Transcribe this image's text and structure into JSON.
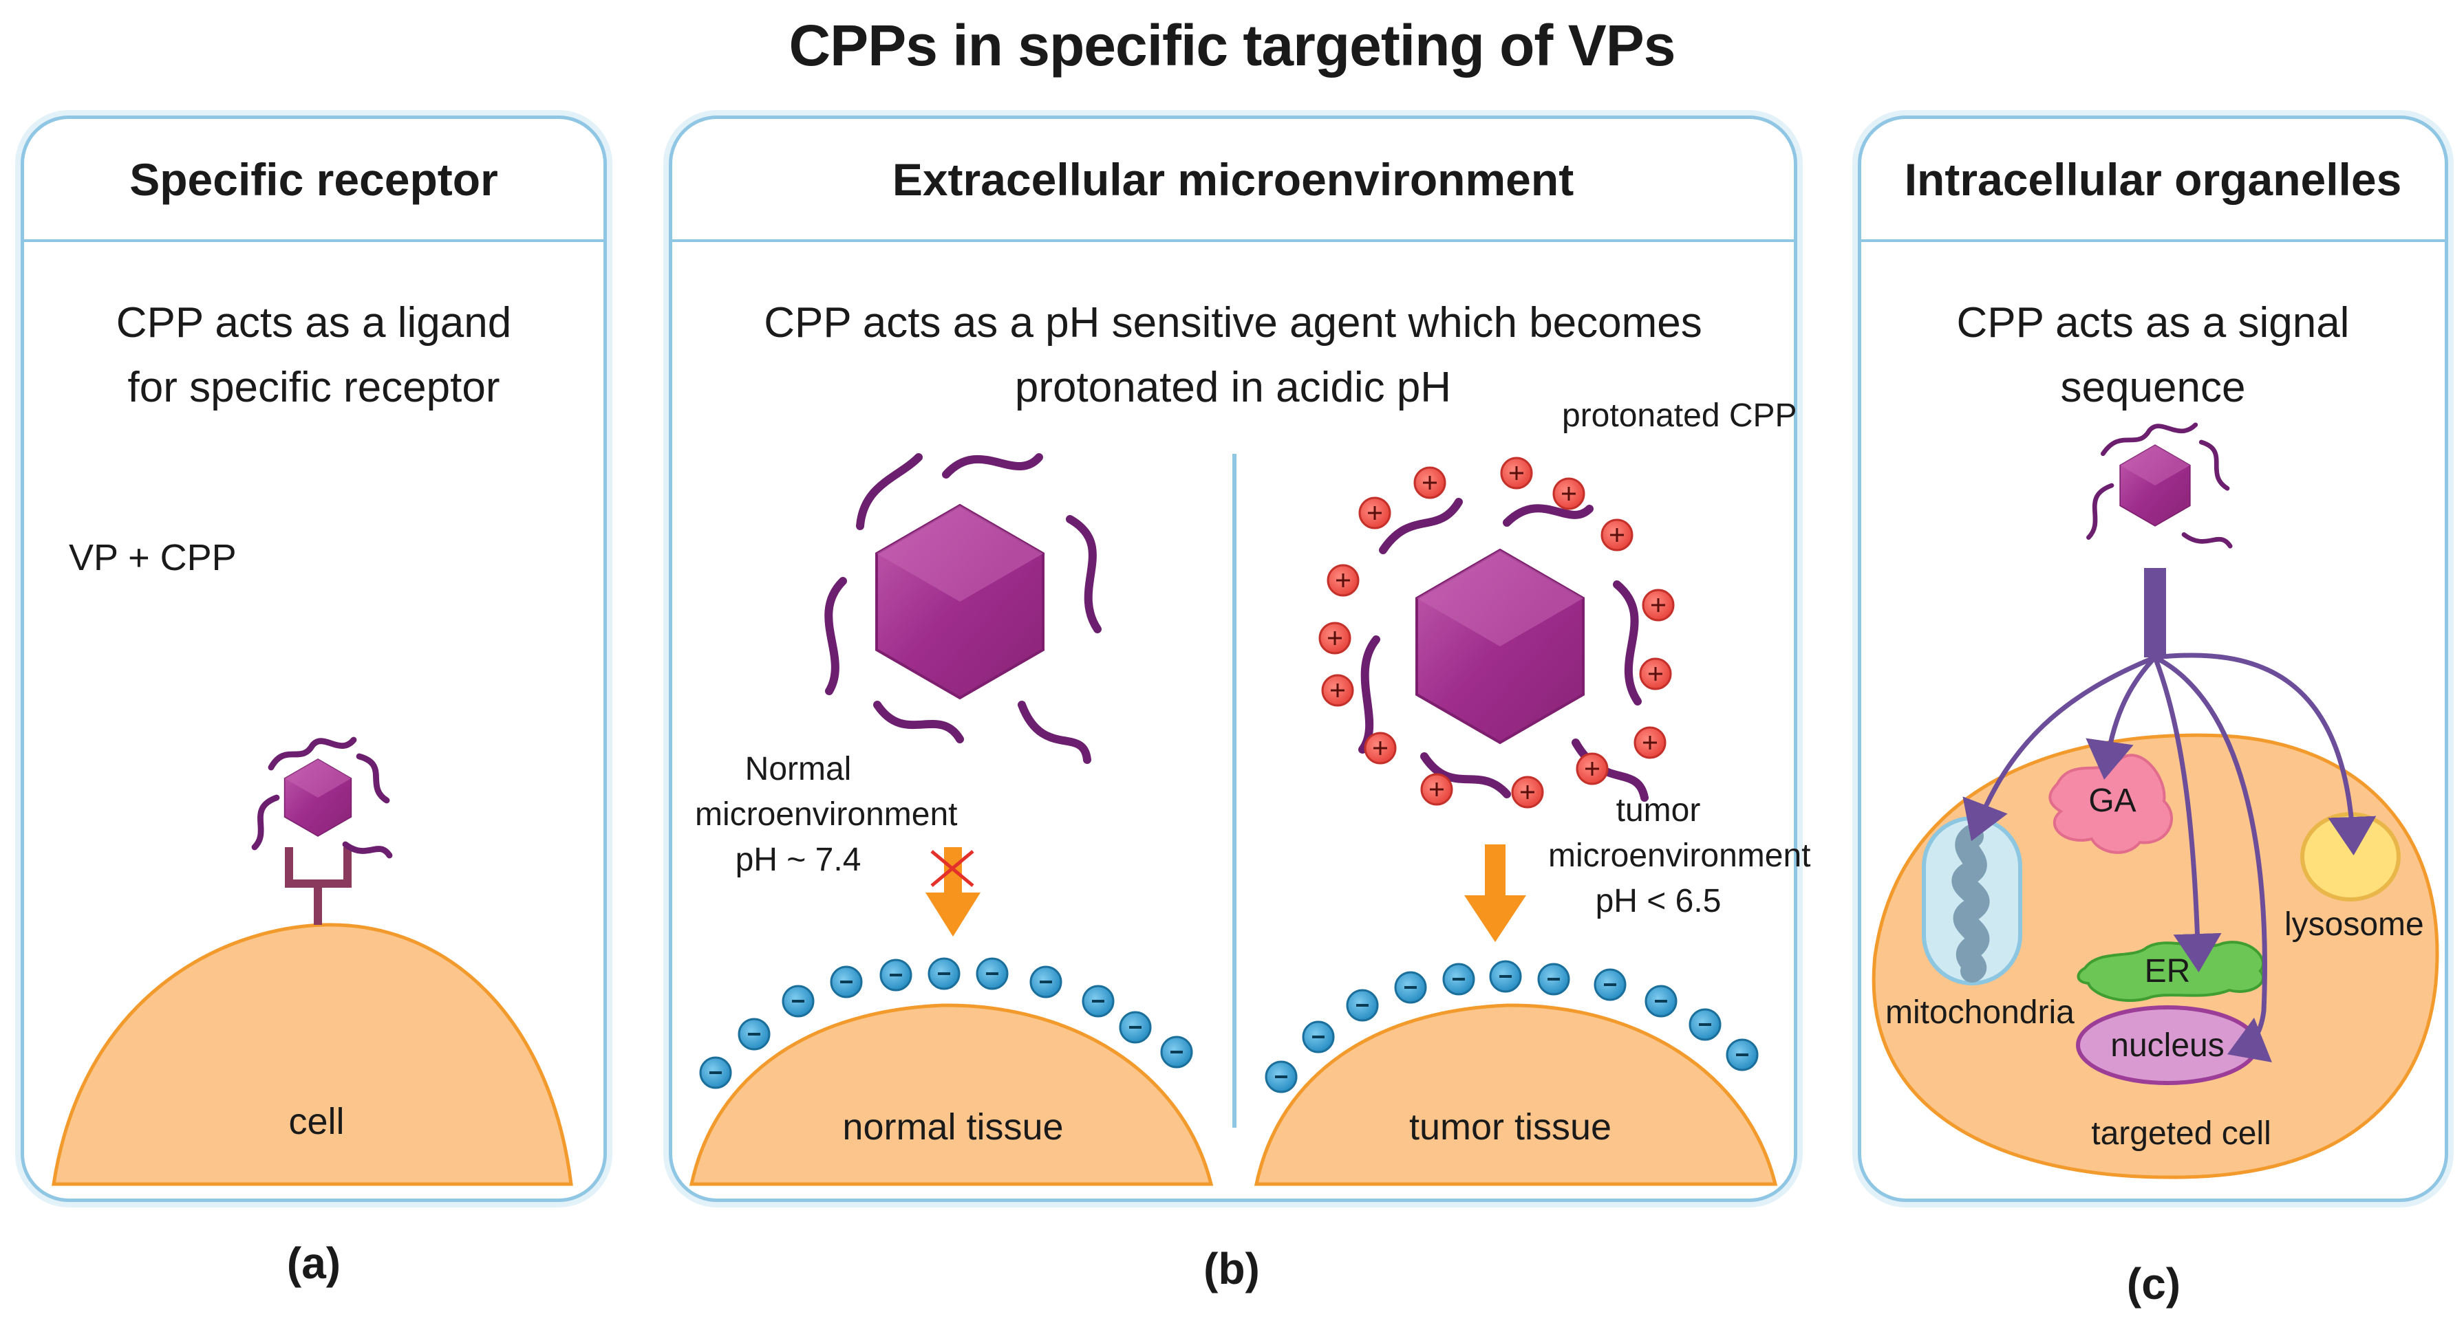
{
  "title": "CPPs in specific targeting of VPs",
  "colors": {
    "border": "#8fc6e4",
    "cell_fill": "#fbc58c",
    "cell_stroke": "#f39a2c",
    "particle": "#9e2d8c",
    "particle_light": "#c25cae",
    "arrow_orange": "#f7941d",
    "pos_charge": "#f2605a",
    "neg_charge": "#3aa4d6",
    "arrow_purple": "#6b4d9a"
  },
  "panel_a": {
    "heading": "Specific receptor",
    "desc_line1": "CPP acts as a ligand",
    "desc_line2": "for specific receptor",
    "vp_cpp": "VP  + CPP",
    "cell": "cell",
    "caption": "(a)"
  },
  "panel_b": {
    "heading": "Extracellular microenvironment",
    "desc_line1": "CPP acts as a pH sensitive agent which becomes",
    "desc_line2": "protonated in acidic pH",
    "protonated": "protonated CPP",
    "normal_env_1": "Normal",
    "normal_env_2": "microenvironment",
    "normal_env_3": "pH ~ 7.4",
    "tumor_env_1": "tumor",
    "tumor_env_2": "microenvironment",
    "tumor_env_3": "pH < 6.5",
    "normal_tissue": "normal tissue",
    "tumor_tissue": "tumor tissue",
    "caption": "(b)"
  },
  "panel_c": {
    "heading": "Intracellular organelles",
    "desc": "CPP acts as a signal sequence",
    "ga": "GA",
    "er": "ER",
    "nucleus": "nucleus",
    "mitochondria": "mitochondria",
    "lysosome": "lysosome",
    "targeted_cell": "targeted cell",
    "caption": "(c)"
  }
}
